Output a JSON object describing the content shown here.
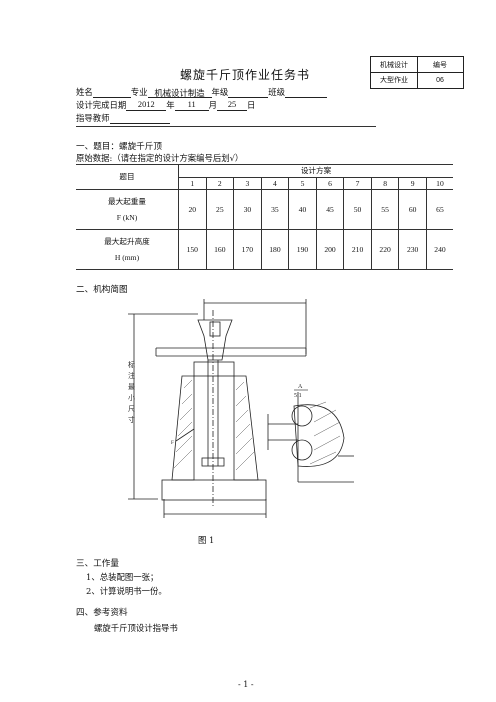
{
  "title": "螺旋千斤顶作业任务书",
  "corner": {
    "course": "机械设计",
    "homework": "大型作业",
    "code_label": "编号",
    "code_value": "06"
  },
  "header": {
    "name_label": "姓名",
    "major_label": "专业",
    "major_value": "机械设计制造",
    "grade_label": "年级",
    "class_label": "班级",
    "date_label": "设计完成日期",
    "year": "2012",
    "year_unit": "年",
    "month": "11",
    "month_unit": "月",
    "day": "25",
    "day_unit": "日",
    "teacher_label": "指导教师"
  },
  "section1": {
    "heading": "一、题目：螺旋千斤顶",
    "data_note": "原始数据:（请在指定的设计方案编号后划√）"
  },
  "table": {
    "col_title": "题目",
    "col_plan": "设计方案",
    "plan_numbers": [
      "1",
      "2",
      "3",
      "4",
      "5",
      "6",
      "7",
      "8",
      "9",
      "10"
    ],
    "row1_label_cn": "最大起重量",
    "row1_label_unit": "F (kN)",
    "row1_values": [
      "20",
      "25",
      "30",
      "35",
      "40",
      "45",
      "50",
      "55",
      "60",
      "65"
    ],
    "row2_label_cn": "最大起升高度",
    "row2_label_unit": "H (mm)",
    "row2_values": [
      "150",
      "160",
      "170",
      "180",
      "190",
      "200",
      "210",
      "220",
      "230",
      "240"
    ]
  },
  "section2": {
    "heading": "二、机构简图",
    "caption": "图 1",
    "vertical_label": "标注最小尺寸",
    "detail_label": "A",
    "detail_ratio": "5:1",
    "force_label": "F"
  },
  "section3": {
    "heading": "三、工作量",
    "items": [
      "1、总装配图一张；",
      "2、计算说明书一份。"
    ]
  },
  "section4": {
    "heading": "四、参考资料",
    "items": [
      "螺旋千斤顶设计指导书"
    ]
  },
  "page_number": "- 1 -"
}
